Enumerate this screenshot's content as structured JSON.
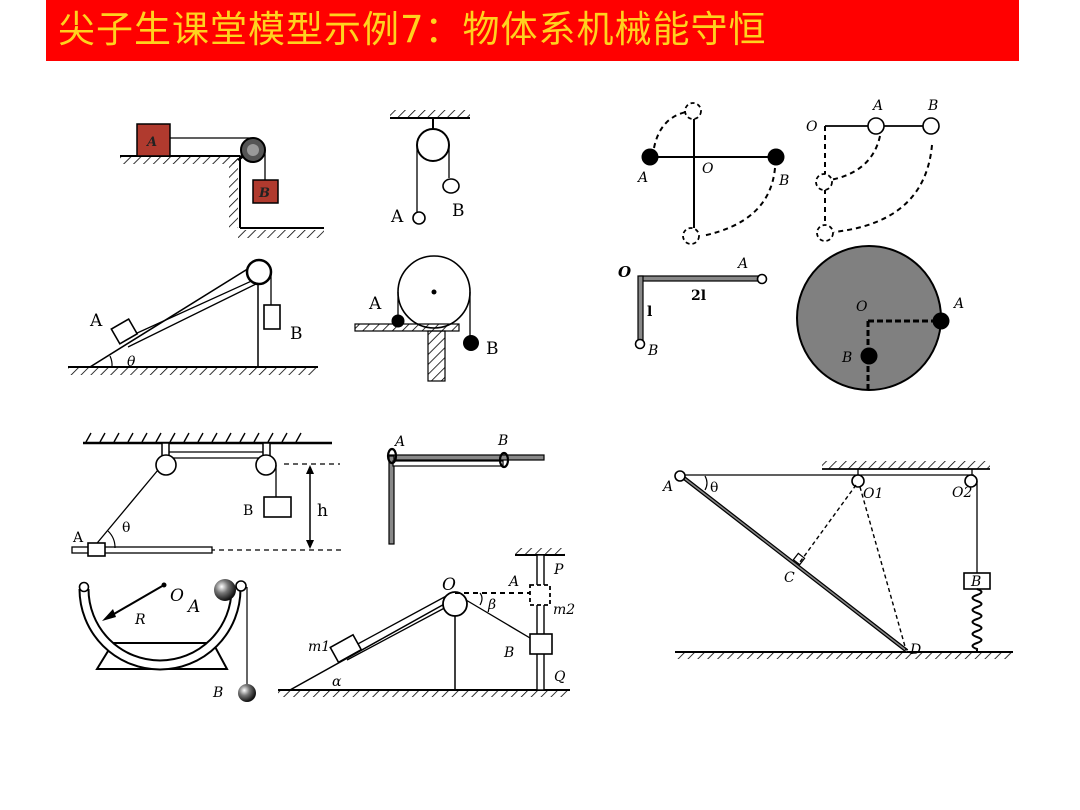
{
  "header": {
    "title": "尖子生课堂模型示例7：物体系机械能守恒",
    "background_color": "#ff0000",
    "text_color": "#ffd21e"
  },
  "diagrams": [
    {
      "id": "table-pulley-blocks",
      "labels": {
        "block_on_table": "A",
        "hanging_block": "B"
      },
      "block_color": "#b03a2e"
    },
    {
      "id": "fixed-pulley-two-balls",
      "labels": {
        "left_ball": "A",
        "right_ball": "B"
      }
    },
    {
      "id": "incline-pulley",
      "labels": {
        "block_on_incline": "A",
        "hanging_block": "B",
        "angle": "θ"
      }
    },
    {
      "id": "large-pulley-on-table",
      "labels": {
        "ball_on_table": "A",
        "hanging_ball": "B"
      }
    },
    {
      "id": "cross-rod-rotation",
      "labels": {
        "left_ball": "A",
        "right_ball": "B",
        "pivot": "O"
      }
    },
    {
      "id": "rod-two-balls-swing",
      "labels": {
        "pivot": "O",
        "middle_ball": "A",
        "end_ball": "B"
      }
    },
    {
      "id": "L-rod",
      "labels": {
        "pivot": "O",
        "end_a": "A",
        "end_b": "B",
        "long_arm": "2l",
        "short_arm": "l"
      }
    },
    {
      "id": "disk-with-masses",
      "labels": {
        "center": "O",
        "rim_mass": "A",
        "inner_mass": "B"
      },
      "disk_color": "#808080"
    },
    {
      "id": "two-pulleys-slider",
      "labels": {
        "slider": "A",
        "hanging_block": "B",
        "angle": "θ",
        "height": "h"
      }
    },
    {
      "id": "rings-on-rods",
      "labels": {
        "corner_ring": "A",
        "sliding_ring": "B"
      }
    },
    {
      "id": "semicircle-track",
      "labels": {
        "center": "O",
        "radius": "R",
        "ball_on_track": "A",
        "hanging_ball": "B"
      }
    },
    {
      "id": "incline-pole-slider",
      "labels": {
        "pulley": "O",
        "mass_on_incline": "m1",
        "mass_on_pole": "m2",
        "top_position": "A",
        "lower_position": "B",
        "top_of_pole": "P",
        "bottom_of_pole": "Q",
        "incline_angle": "α",
        "rope_angle": "β"
      }
    },
    {
      "id": "rod-spring-pulleys",
      "labels": {
        "rod_top": "A",
        "angle": "θ",
        "foot_of_perpendicular": "C",
        "rod_bottom": "D",
        "pulley_1": "O1",
        "pulley_2": "O2",
        "block": "B"
      }
    }
  ]
}
